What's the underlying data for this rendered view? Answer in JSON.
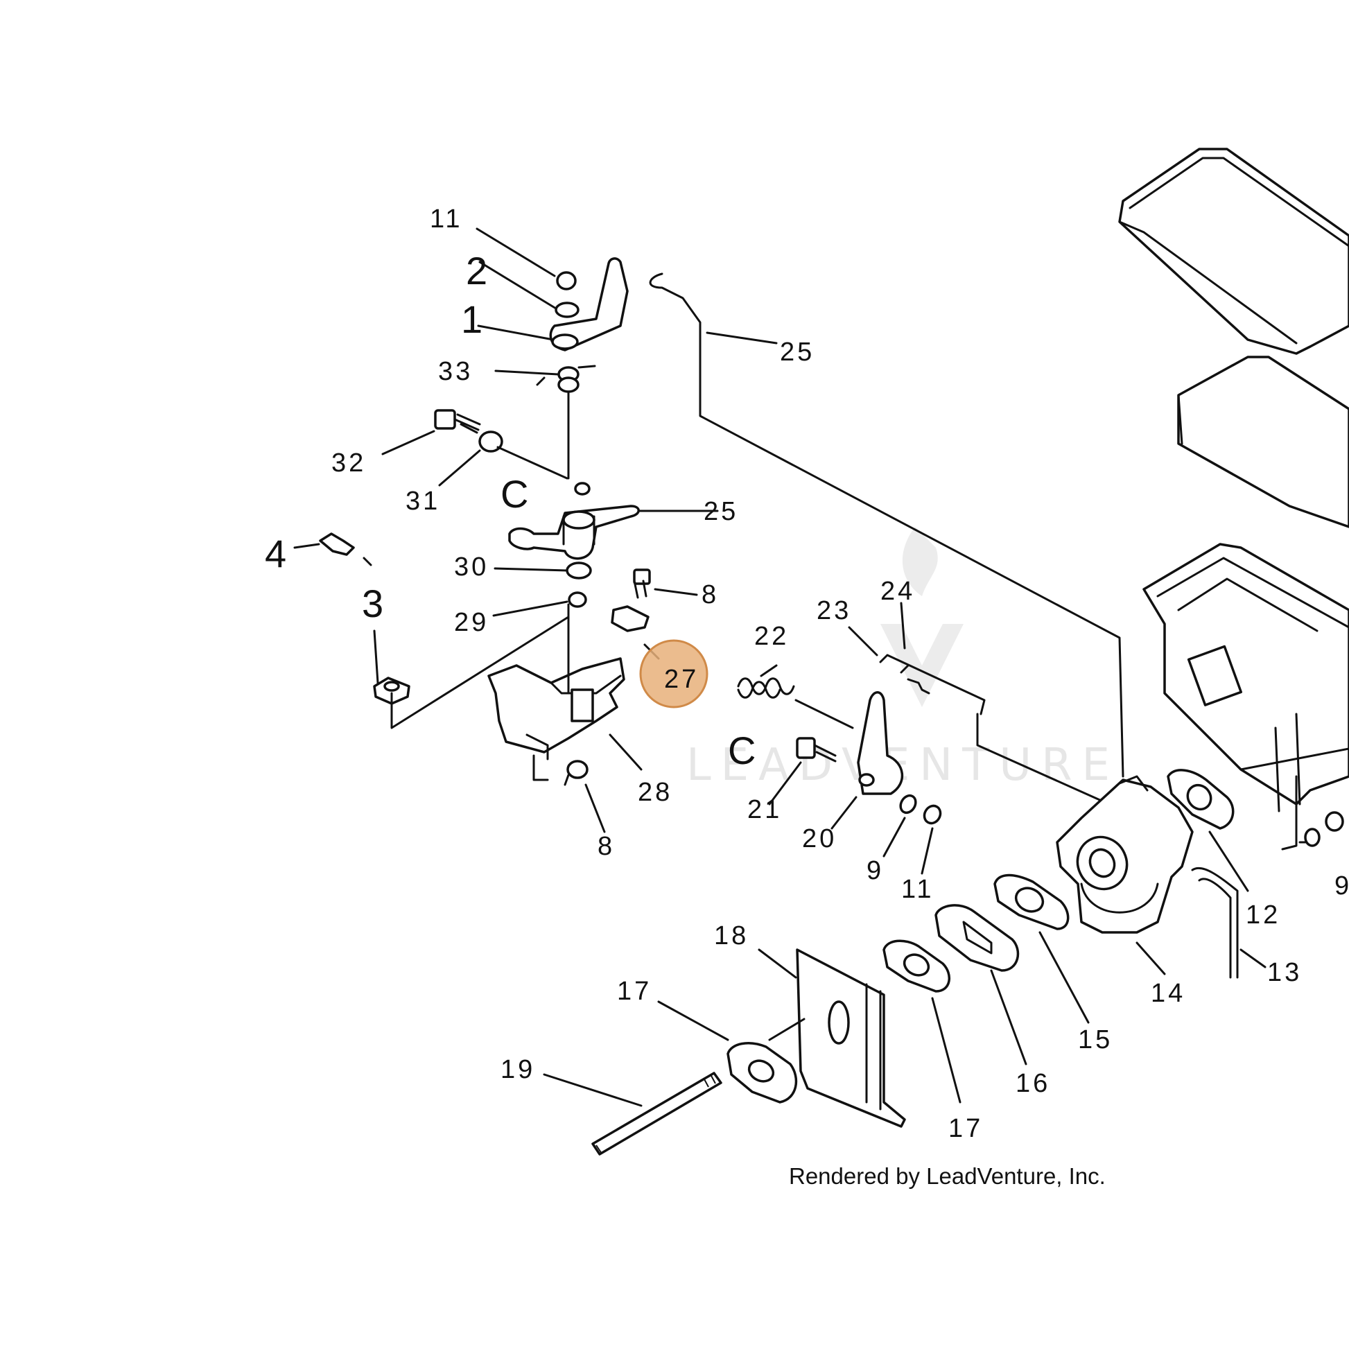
{
  "diagram": {
    "watermark": "LEADVENTURE",
    "credit": "Rendered by LeadVenture, Inc.",
    "highlight_color": "#e8b07a",
    "labels": {
      "l11a": "11",
      "l2": "2",
      "l1": "1",
      "l25a": "25",
      "l33": "33",
      "l32": "32",
      "l31": "31",
      "lCa": "C",
      "l25b": "25",
      "l4": "4",
      "l30": "30",
      "l8a": "8",
      "l3": "3",
      "l29": "29",
      "l27": "27",
      "l28": "28",
      "l8b": "8",
      "l22": "22",
      "lCb": "C",
      "l23": "23",
      "l24": "24",
      "l21": "21",
      "l20": "20",
      "l9a": "9",
      "l11b": "11",
      "l12": "12",
      "l9b": "9",
      "l13": "13",
      "l14": "14",
      "l15": "15",
      "l16": "16",
      "l17a": "17",
      "l17b": "17",
      "l18": "18",
      "l19": "19"
    }
  }
}
